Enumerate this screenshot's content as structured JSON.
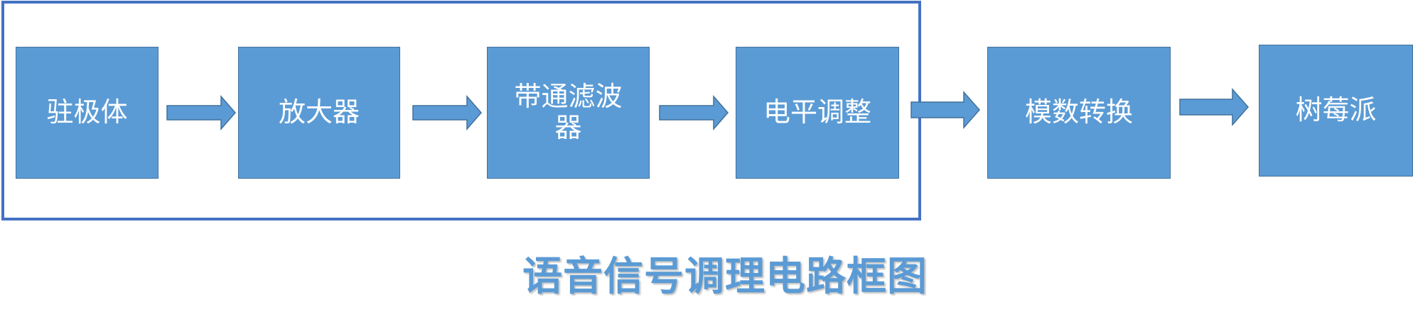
{
  "diagram": {
    "blocks": [
      {
        "label": "驻极体"
      },
      {
        "label": "放大器"
      },
      {
        "label": "带通滤波器"
      },
      {
        "label": "电平调整"
      },
      {
        "label": "模数转换"
      },
      {
        "label": "树莓派"
      }
    ],
    "caption": "语音信号调理电路框图",
    "colors": {
      "box_fill": "#5B9BD5",
      "box_border": "#41719C",
      "frame_border": "#4472C4",
      "caption": "#5B9BD5"
    }
  }
}
